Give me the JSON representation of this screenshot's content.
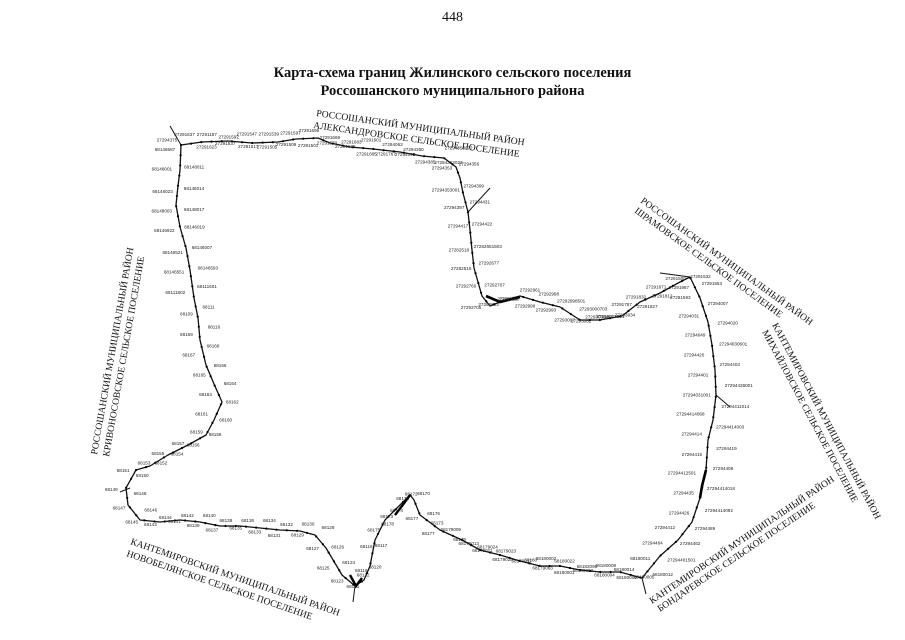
{
  "page_number": "448",
  "title": {
    "line1": "Карта-схема границ Жилинского сельского поселения",
    "line2": "Россошанского муниципального района"
  },
  "neighbors": [
    {
      "id": "north",
      "line1": "РОССОШАНСКИЙ МУНИЦИПАЛЬНЫЙ РАЙОН",
      "line2": "АЛЕКСАНДРОВСКОЕ СЕЛЬСКОЕ ПОСЕЛЕНИЕ"
    },
    {
      "id": "west",
      "line1": "РОССОШАНСКИЙ МУНИЦИПАЛЬНЫЙ РАЙОН",
      "line2": "КРИВОНОСОВСКОЕ СЕЛЬСКОЕ ПОСЕЛЕНИЕ"
    },
    {
      "id": "northeast",
      "line1": "РОССОШАНСКИЙ МУНИЦИПАЛЬНЫЙ РАЙОН",
      "line2": "ШРАМОВСКОЕ СЕЛЬСКОЕ ПОСЕЛЕНИЕ"
    },
    {
      "id": "east",
      "line1": "КАНТЕМИРОВСКИЙ МУНИЦИПАЛЬНЫЙ РАЙОН",
      "line2": "МИХАЙЛОВСКОЕ СЕЛЬСКОЕ ПОСЕЛЕНИЕ"
    },
    {
      "id": "southwest",
      "line1": "КАНТЕМИРОВСКИЙ МУНИЦИПАЛЬНЫЙ РАЙОН",
      "line2": "НОВОБЕЛЯНСКОЕ СЕЛЬСКОЕ ПОСЕЛЕНИЕ"
    },
    {
      "id": "southeast",
      "line1": "КАНТЕМИРОВСКИЙ МУНИЦИПАЛЬНЫЙ РАЙОН",
      "line2": "БОНДАРЕВСКОЕ СЕЛЬСКОЕ ПОСЕЛЕНИЕ"
    }
  ],
  "point_labels": [
    "27294375",
    "27291623",
    "27291637",
    "27291537",
    "27291187",
    "27291517",
    "27291592",
    "27291505",
    "27291547",
    "27291509",
    "27291539",
    "27291501",
    "27291597",
    "27291570",
    "27291695",
    "27291635",
    "27291669",
    "27291685",
    "27291683",
    "27291767",
    "27291601",
    "27294090",
    "27294063",
    "27294385",
    "27294360",
    "27294353023",
    "27294353072",
    "27294353",
    "27294356",
    "27294353001",
    "27294399",
    "27294397",
    "27294431",
    "27294417",
    "27294422",
    "27282518",
    "27282651503",
    "27282516",
    "27292677",
    "27292760",
    "27292707",
    "27292705",
    "27292834",
    "27292803",
    "27292961",
    "27292968",
    "27292998",
    "27292996",
    "27292998501",
    "27292993",
    "27293000703",
    "27293007",
    "27293007501",
    "27293062",
    "27293034",
    "27293030491",
    "27291827",
    "27291787",
    "27291812",
    "27291832",
    "27291987",
    "27291671",
    "27291532",
    "27291500",
    "27291553",
    "27291593",
    "27294007",
    "27294031",
    "27294020",
    "27294049",
    "27294030601",
    "27294420",
    "27294403",
    "27294401",
    "27294436001",
    "27294031001",
    "27294411014",
    "27294414068",
    "27294414003",
    "27294414",
    "27294419",
    "27294415",
    "27294408",
    "27294412501",
    "27294414018",
    "27294435",
    "27294414092",
    "27294426",
    "27294489",
    "27294412",
    "27294462",
    "27294464",
    "27294401501",
    "68180011",
    "68180012",
    "68180014",
    "68180005",
    "68180008",
    "68180009",
    "68182096",
    "68180004",
    "68180022",
    "68180003",
    "68180002",
    "68180001",
    "68180",
    "68179063",
    "68179023",
    "68179017",
    "68179024",
    "68179028",
    "68179013",
    "68179011",
    "68179009",
    "68179",
    "68173",
    "68177",
    "68176",
    "68177",
    "68170",
    "68171",
    "68172",
    "68173",
    "68174",
    "68175",
    "68178",
    "68116",
    "68117",
    "68118",
    "68120",
    "68121",
    "68122",
    "68123",
    "68124",
    "68125",
    "68126",
    "68127",
    "68128",
    "68129",
    "68130",
    "68131",
    "68132",
    "68133",
    "68134",
    "68135",
    "68136",
    "68137",
    "68138",
    "68139",
    "68140",
    "68141",
    "68142",
    "68143",
    "68144",
    "68145",
    "68146",
    "68147",
    "68148",
    "68149",
    "68150",
    "68151",
    "68152",
    "68153",
    "68154",
    "68155",
    "68156",
    "68157",
    "68158",
    "68159",
    "68160",
    "68161",
    "68162",
    "68163",
    "68164",
    "68165",
    "68166",
    "68167",
    "68168",
    "68169",
    "68116",
    "68109",
    "68111",
    "68111802",
    "68111601",
    "68146551",
    "68146593",
    "68146521",
    "68146007",
    "68146922",
    "68146019",
    "68148003",
    "68148017",
    "68146023",
    "68146014",
    "68148001",
    "68148011",
    "68146587"
  ]
}
